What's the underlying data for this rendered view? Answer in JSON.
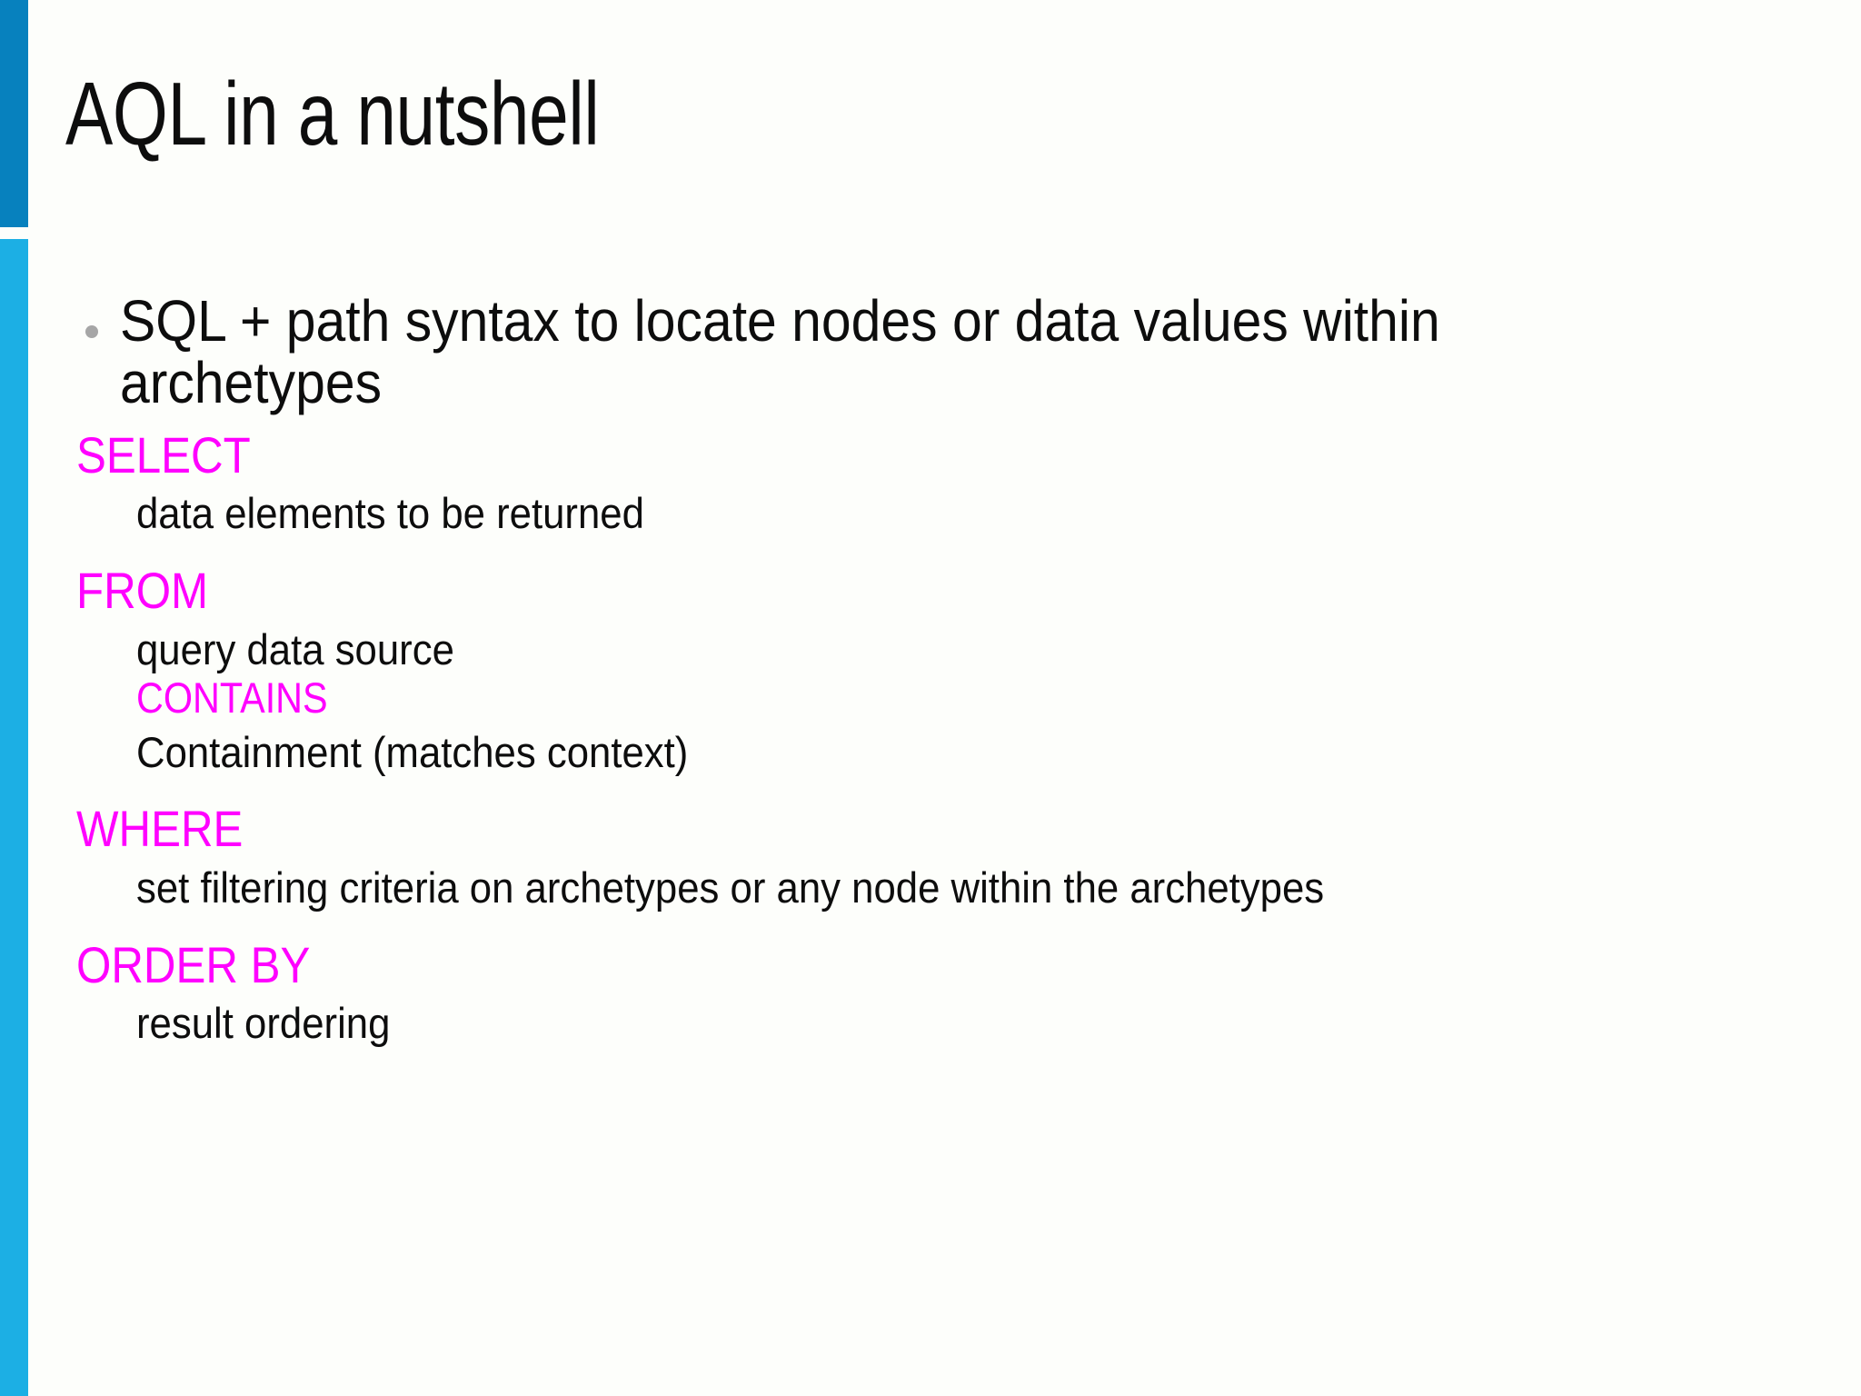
{
  "slide": {
    "title": "AQL in a nutshell",
    "background_color": "#fdfefb",
    "accent_top_color": "#0781be",
    "accent_body_color": "#1cafe4",
    "keyword_color": "#ff00ff",
    "text_color": "#0d0d0d",
    "bullet_color": "#a6a6a6"
  },
  "body": {
    "bullet": "SQL + path syntax to locate nodes or data values within archetypes",
    "clauses": [
      {
        "keyword": "SELECT",
        "description": "data elements to be returned"
      },
      {
        "keyword": "FROM",
        "description": "query data source",
        "sub_keyword": "CONTAINS",
        "sub_description": "Containment (matches context)"
      },
      {
        "keyword": "WHERE",
        "description": "set filtering criteria on archetypes or any node within the archetypes"
      },
      {
        "keyword": "ORDER BY",
        "description": "result ordering"
      }
    ]
  }
}
